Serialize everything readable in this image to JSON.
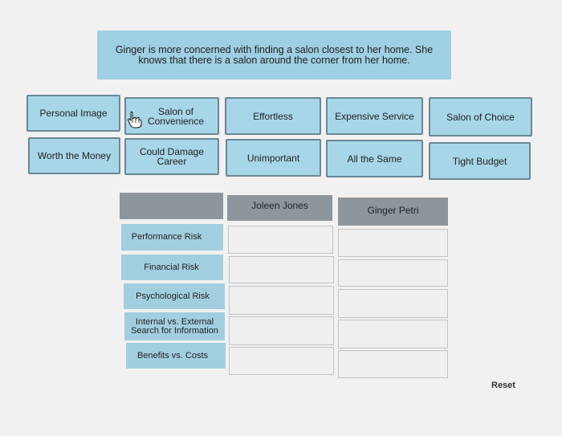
{
  "prompt_text": "Ginger is more concerned with finding a salon closest to her home. She knows that there is a salon around the corner from her home.",
  "tiles": [
    "Personal Image",
    "Salon of Convenience",
    "Effortless",
    "Expensive Service",
    "Salon of Choice",
    "Worth the Money",
    "Could Damage Career",
    "Unimportant",
    "All the Same",
    "Tight Budget"
  ],
  "grid": {
    "columns": [
      "Joleen Jones",
      "Ginger Petri"
    ],
    "rows": [
      "Performance Risk",
      "Financial Risk",
      "Psychological Risk",
      "Internal vs. External Search for Information",
      "Benefits vs. Costs"
    ]
  },
  "reset_label": "Reset"
}
